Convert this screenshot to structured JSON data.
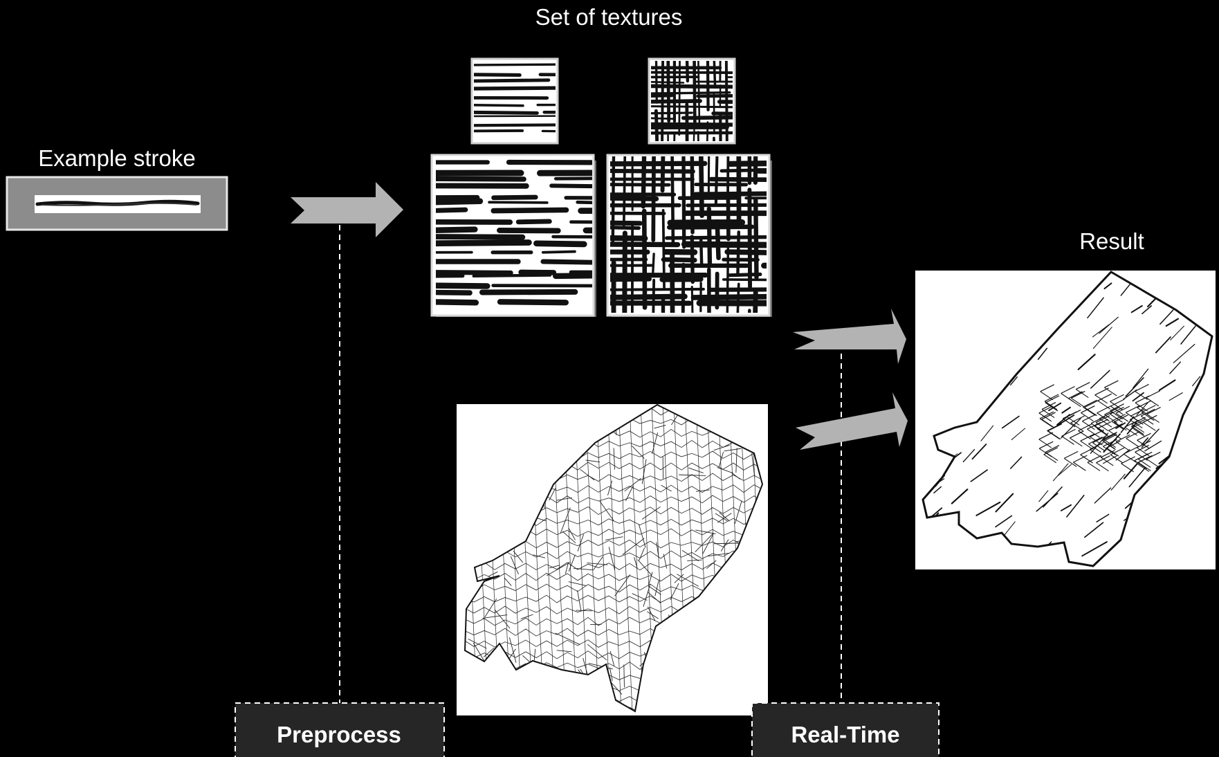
{
  "labels": {
    "set_of_textures": "Set of textures",
    "example_stroke": "Example stroke",
    "result": "Result",
    "preprocess": "Preprocess",
    "real_time": "Real-Time"
  },
  "colors": {
    "background": "#000000",
    "arrow_fill": "#b3b3b3",
    "stroke_frame": "#8c8c8c",
    "stage_box_fill": "#262626",
    "dashed_line": "#ffffff",
    "panel_white": "#ffffff",
    "ink": "#111111"
  },
  "icons": {
    "step_arrow": "chevron-arrow-icon"
  }
}
